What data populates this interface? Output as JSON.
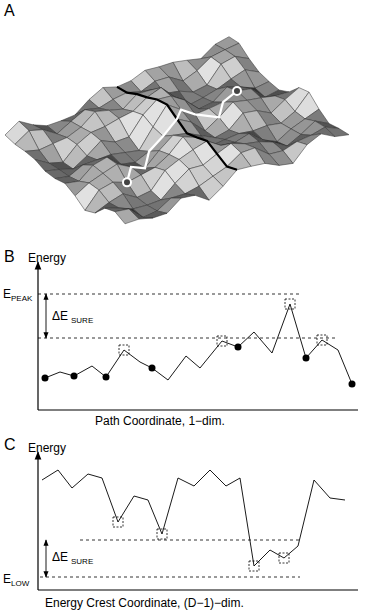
{
  "diagram": {
    "labels": [
      "A",
      "B",
      "Energy",
      "E",
      "PEAK",
      "ΔE",
      "SURE",
      "Path Coordinate, 1−dim.",
      "C",
      "Energy",
      "ΔE",
      "SURE",
      "E",
      "LOW",
      "Energy Crest Coordinate, (D−1)−dim."
    ]
  }
}
